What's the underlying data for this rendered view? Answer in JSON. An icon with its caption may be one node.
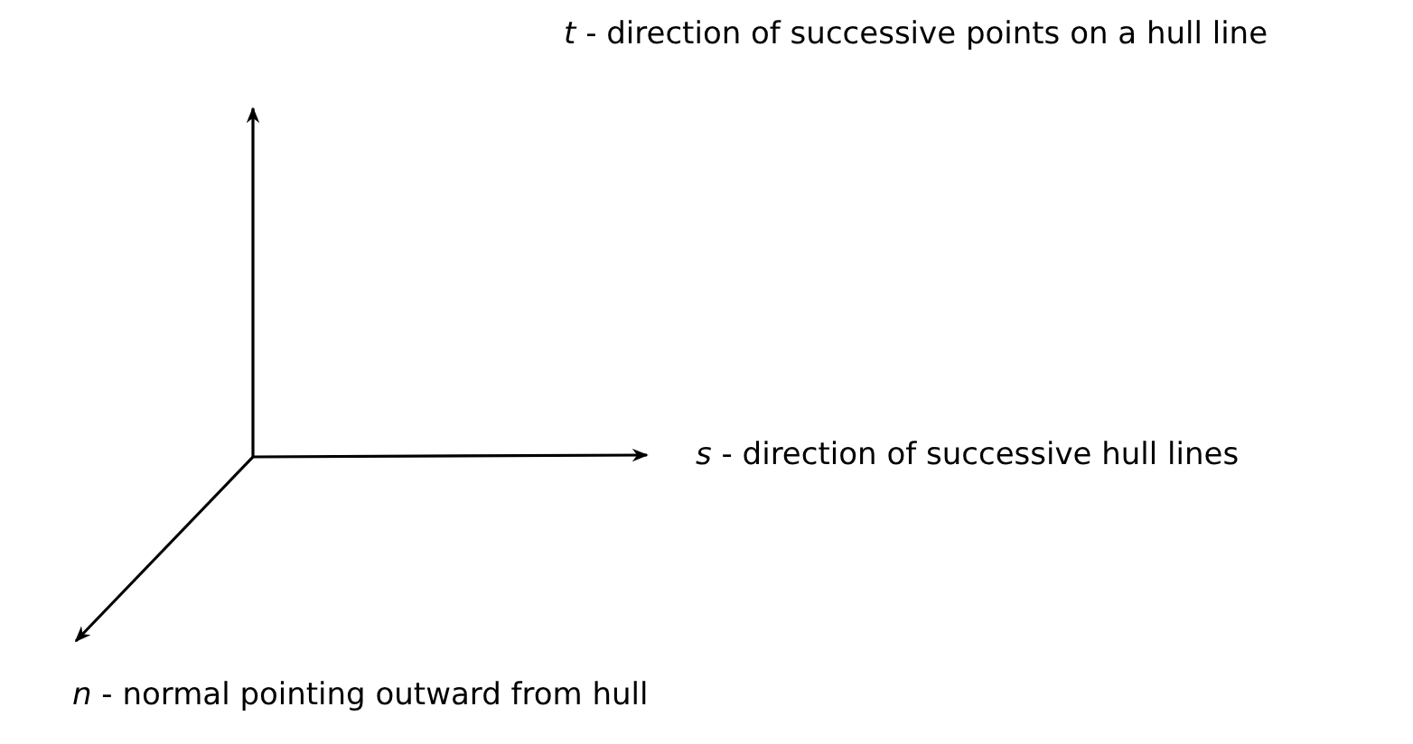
{
  "diagram": {
    "labels": [
      "*t* - direction of successive points on a hull line",
      "*s* - direction of successive hull lines",
      "*n* - normal pointing outward from hull"
    ]
  }
}
